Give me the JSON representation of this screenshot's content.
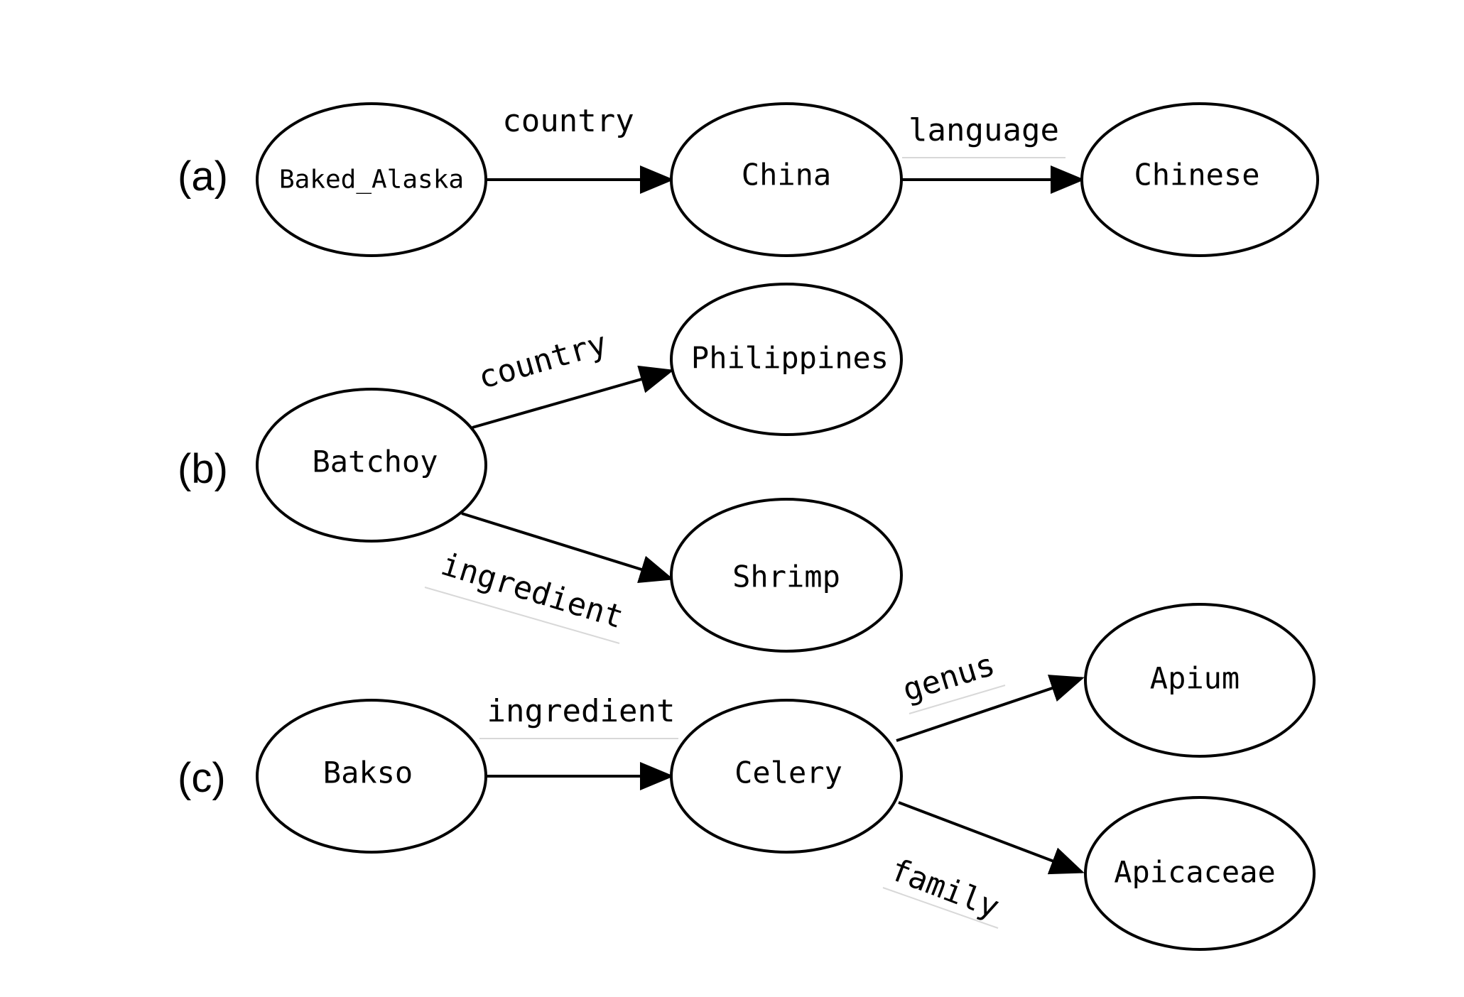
{
  "panels": [
    {
      "id": "a",
      "label": "(a)"
    },
    {
      "id": "b",
      "label": "(b)"
    },
    {
      "id": "c",
      "label": "(c)"
    }
  ],
  "nodes": [
    {
      "id": "baked_alaska",
      "label": "Baked_Alaska"
    },
    {
      "id": "china",
      "label": "China"
    },
    {
      "id": "chinese",
      "label": "Chinese"
    },
    {
      "id": "batchoy",
      "label": "Batchoy"
    },
    {
      "id": "philippines",
      "label": "Philippines"
    },
    {
      "id": "shrimp",
      "label": "Shrimp"
    },
    {
      "id": "bakso",
      "label": "Bakso"
    },
    {
      "id": "celery",
      "label": "Celery"
    },
    {
      "id": "apium",
      "label": "Apium"
    },
    {
      "id": "apicaceae",
      "label": "Apicaceae"
    }
  ],
  "edges": [
    {
      "from": "baked_alaska",
      "to": "china",
      "label": "country"
    },
    {
      "from": "china",
      "to": "chinese",
      "label": "language"
    },
    {
      "from": "batchoy",
      "to": "philippines",
      "label": "country"
    },
    {
      "from": "batchoy",
      "to": "shrimp",
      "label": "ingredient"
    },
    {
      "from": "bakso",
      "to": "celery",
      "label": "ingredient"
    },
    {
      "from": "celery",
      "to": "apium",
      "label": "genus"
    },
    {
      "from": "celery",
      "to": "apicaceae",
      "label": "family"
    }
  ]
}
